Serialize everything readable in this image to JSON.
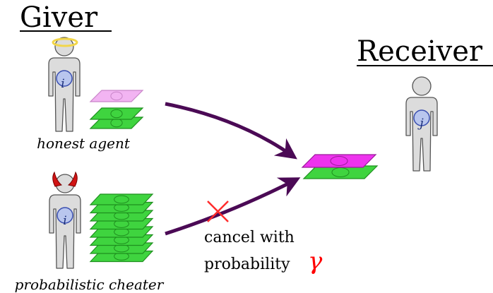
{
  "labels": {
    "giver": "Giver",
    "receiver": "Receiver",
    "honest": "honest agent",
    "cheater": "probabilistic cheater",
    "cancel_line1": "cancel with",
    "cancel_line2": "probability",
    "gamma": "γ"
  },
  "agents": {
    "giver_badge": "i",
    "receiver_badge": "j"
  },
  "colors": {
    "body_fill": "#dcdcdc",
    "badge_fill": "#b9c6ee",
    "badge_stroke": "#3a4fb0",
    "bill_green": "#3fd43f",
    "bill_green_dark": "#1f8f1f",
    "bill_pink": "#ee33ee",
    "bill_pink_faded": "#f0a8f0",
    "arrow": "#4b0a55",
    "halo": "#f2d64a",
    "horns": "#d01414",
    "cross": "#ff2b2b",
    "gamma": "#ff0000"
  },
  "icons": [
    "halo-icon",
    "devil-horns-icon",
    "person-icon",
    "money-stack-icon",
    "arrow-icon",
    "cross-icon"
  ],
  "stacks": {
    "honest_green_bills": 2,
    "cheater_green_bills": 8,
    "receiver_green_bills": 1
  }
}
